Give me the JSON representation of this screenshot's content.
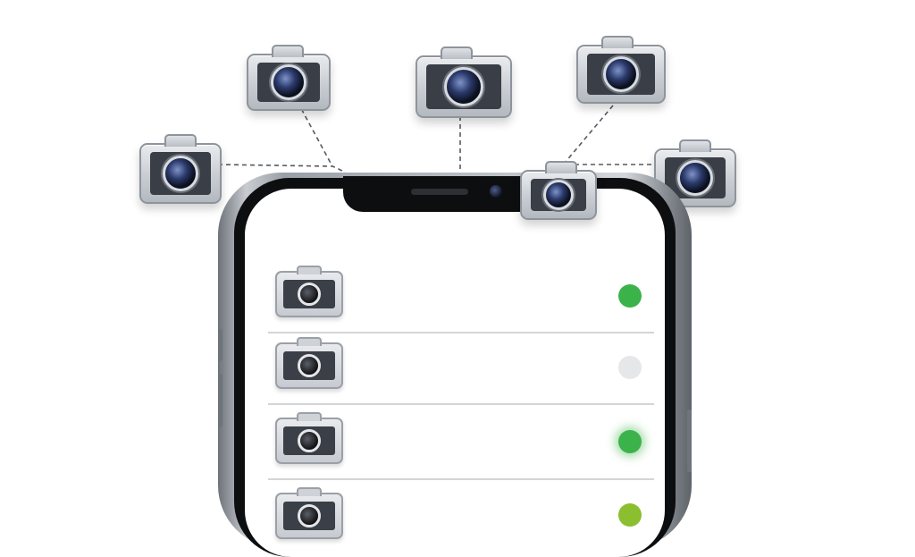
{
  "floating_cameras": [
    {
      "icon": "camera-icon"
    },
    {
      "icon": "camera-icon"
    },
    {
      "icon": "camera-icon"
    },
    {
      "icon": "camera-icon"
    },
    {
      "icon": "camera-icon"
    },
    {
      "icon": "camera-icon"
    }
  ],
  "camera_list": {
    "items": [
      {
        "icon": "camera-icon",
        "status_color": "#3cb34a",
        "status": "active"
      },
      {
        "icon": "camera-icon",
        "status_color": "#e6e7e9",
        "status": "idle"
      },
      {
        "icon": "camera-icon",
        "status_color": "#3cb34a",
        "status": "active-glow"
      },
      {
        "icon": "camera-icon",
        "status_color": "#8cbf2f",
        "status": "standby"
      }
    ]
  },
  "colors": {
    "background": "#ffffff",
    "phone_frame": "#0d0e10",
    "divider": "#d3d5d8"
  }
}
